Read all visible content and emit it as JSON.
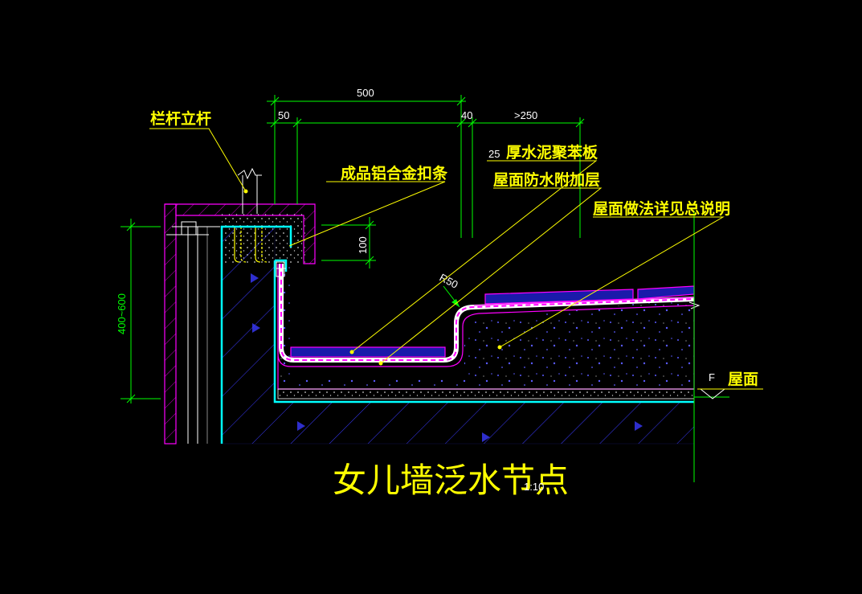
{
  "title": "女儿墙泛水节点",
  "title_suffix": "1:10",
  "labels": {
    "railing": "栏杆立杆",
    "aluminum_strip": "成品铝合金扣条",
    "eps_board_prefix": "25",
    "eps_board": "厚水泥聚苯板",
    "waterproof": "屋面防水附加层",
    "roof_note": "屋面做法详见总说明",
    "roof": "屋面",
    "elev_mark": "F"
  },
  "dimensions": {
    "d500": "500",
    "d50": "50",
    "d40": "40",
    "d250": ">250",
    "d100": "100",
    "d400_600": "400~600",
    "r50": "R50"
  },
  "colors": {
    "green": "#00ff00",
    "magenta": "#ff00ff",
    "cyan": "#00ffff",
    "yellow": "#ffff00",
    "blue": "#3a3aff",
    "white": "#ffffff"
  }
}
